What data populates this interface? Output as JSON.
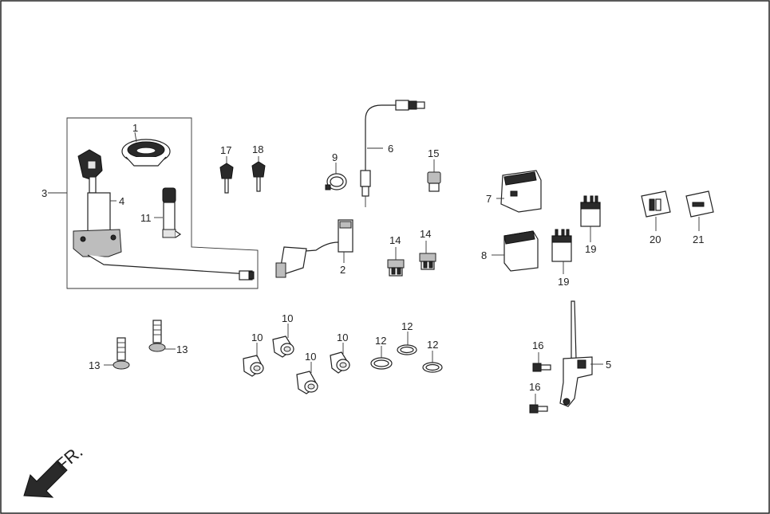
{
  "callouts": [
    "1",
    "2",
    "3",
    "4",
    "5",
    "6",
    "7",
    "8",
    "9",
    "10",
    "11",
    "12",
    "13",
    "14",
    "15",
    "16",
    "17",
    "18",
    "19",
    "20",
    "21"
  ],
  "direction_label": "FR.",
  "colors": {
    "line": "#333333",
    "part_fill": "#ffffff",
    "dark_fill": "#2a2a2a",
    "background": "#ffffff"
  }
}
